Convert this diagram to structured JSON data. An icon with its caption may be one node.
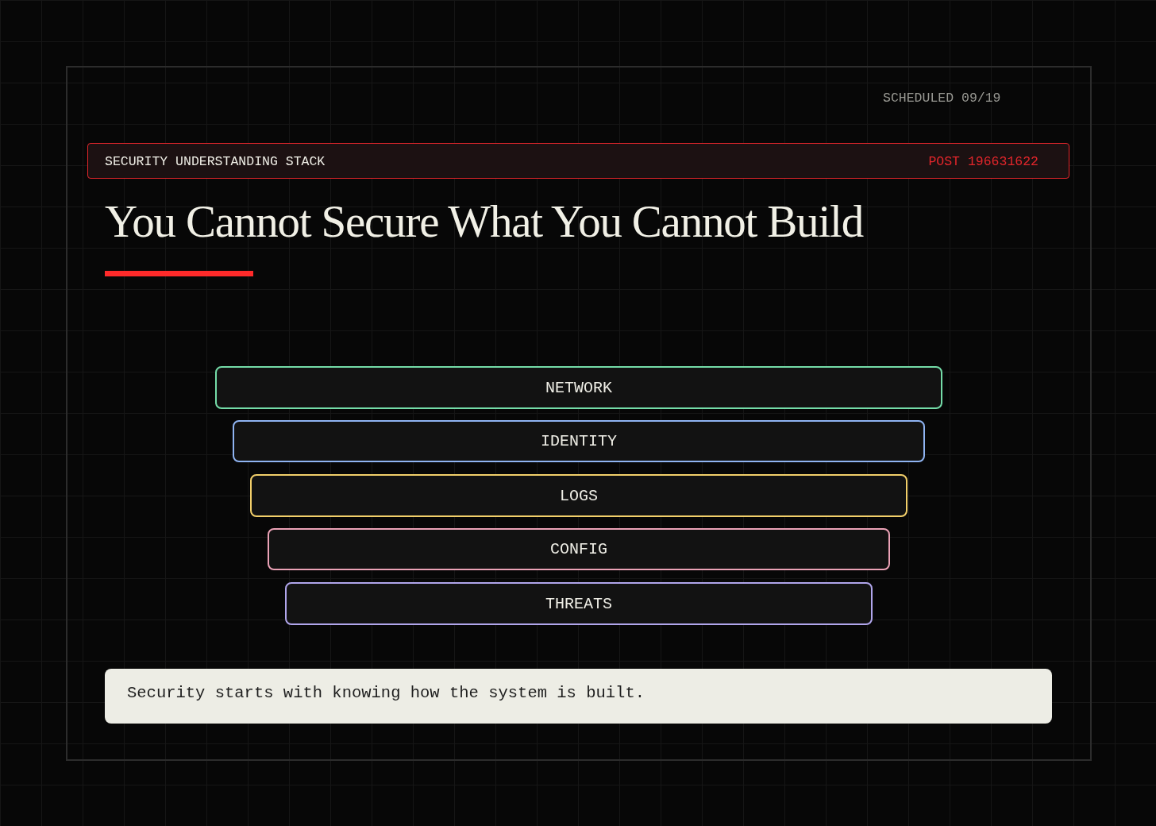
{
  "diagram": {
    "title": "You Cannot Secure What You Cannot Build",
    "nodes": [
      {
        "text": [
          "SECURITY UNDERSTANDING STACK",
          "POST 196631622"
        ]
      },
      {
        "text": [
          "NETWORK"
        ]
      },
      {
        "text": [
          "IDENTITY"
        ]
      },
      {
        "text": [
          "LOGS"
        ]
      },
      {
        "text": [
          "CONFIG"
        ]
      },
      {
        "text": [
          "THREATS"
        ]
      },
      {
        "text": [
          "Security starts with knowing how the system is built."
        ]
      }
    ],
    "labels": [
      "SCHEDULED 09/19"
    ]
  }
}
